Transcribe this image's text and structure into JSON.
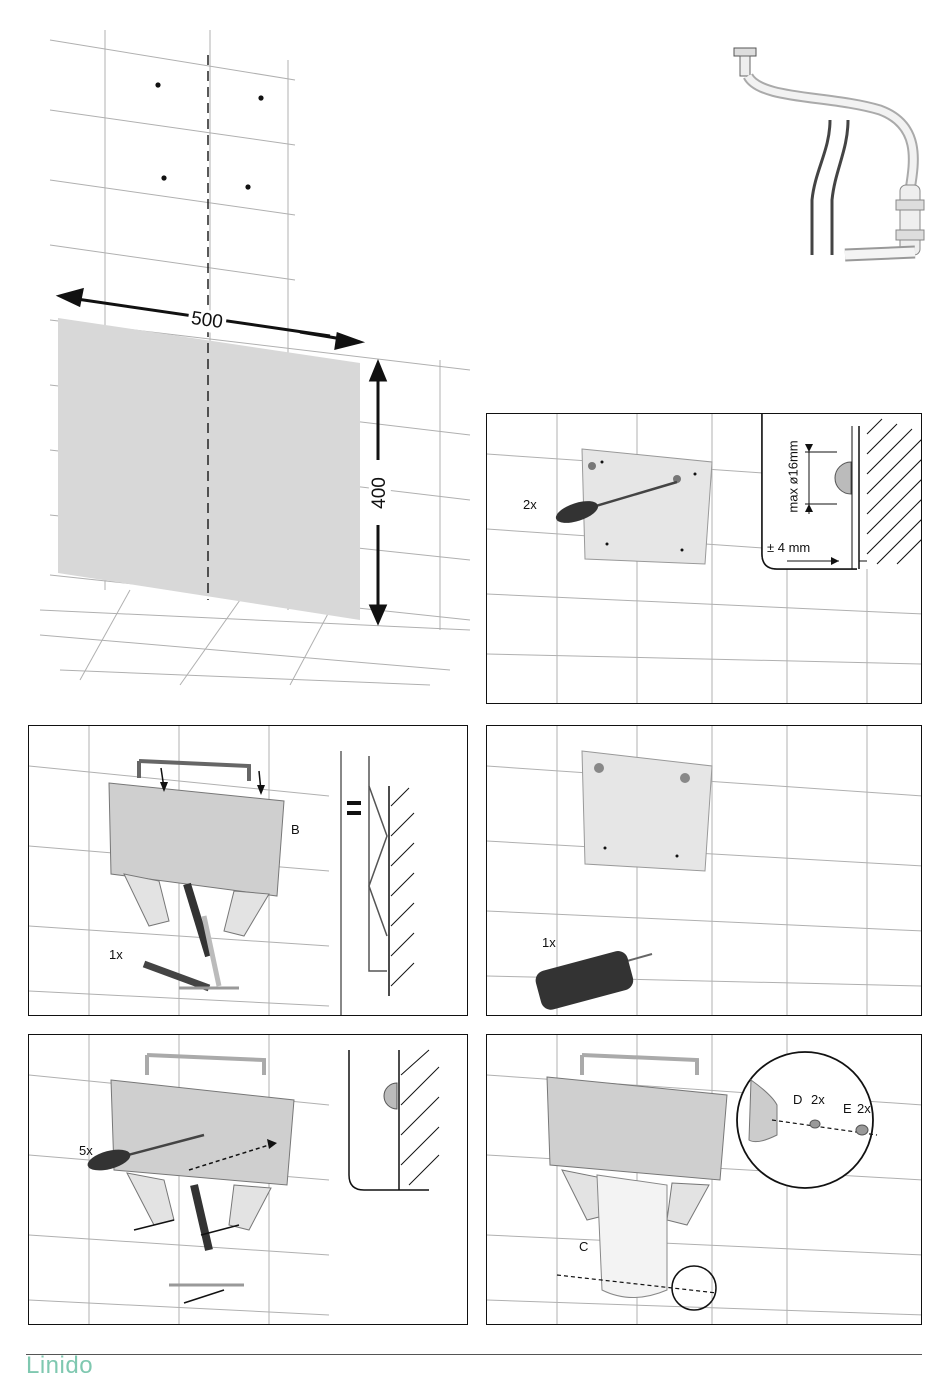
{
  "main_figure": {
    "width_dimension": "500",
    "height_dimension": "400"
  },
  "step_wall_screws": {
    "quantity_label": "2x",
    "detail_max_diameter": "max ø16mm",
    "detail_tolerance": "± 4 mm"
  },
  "step_hang_unit": {
    "quantity_label": "1x",
    "part_label": "B"
  },
  "step_drill": {
    "quantity_label": "1x"
  },
  "step_fix_screws": {
    "quantity_label": "5x"
  },
  "step_cover": {
    "part_c_label": "C",
    "part_d_label": "D",
    "part_d_qty": "2x",
    "part_e_label": "E",
    "part_e_qty": "2x"
  },
  "footer": {
    "brand": "Linido"
  },
  "colors": {
    "brand": "#7fc8b0",
    "panel_grey": "#d8d8d8",
    "grid_line": "#a0a0a0"
  }
}
